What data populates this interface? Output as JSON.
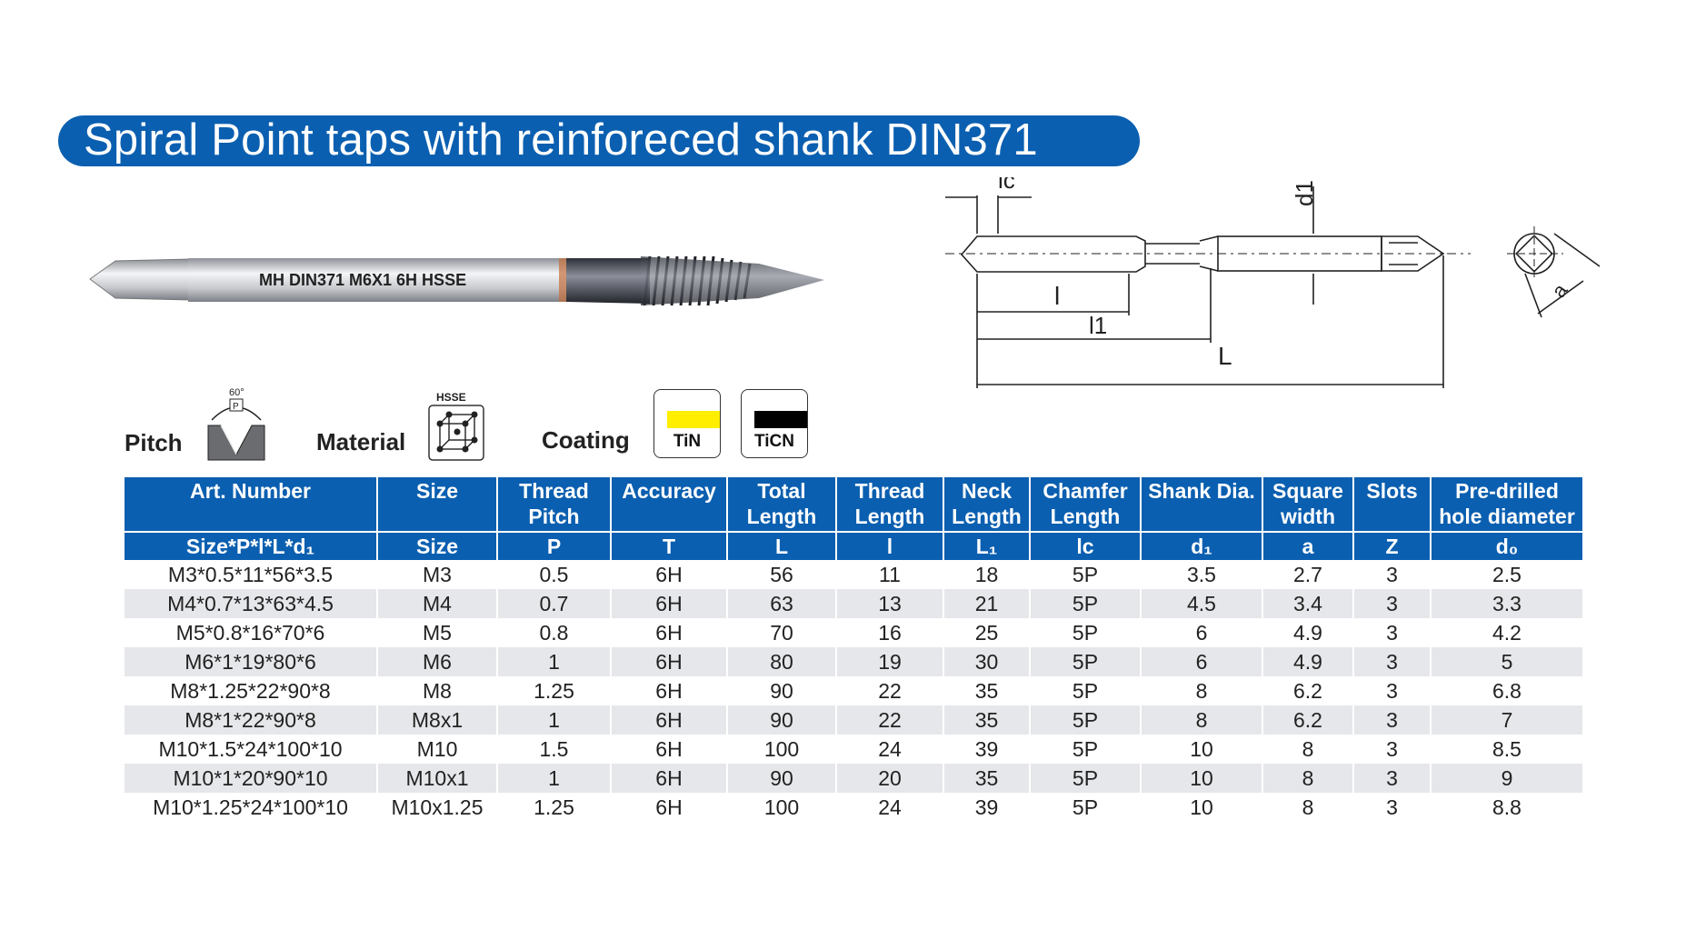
{
  "title": "Spiral Point taps with reinforeced shank DIN371",
  "tap_engraving": "MH DIN371 M6X1 6H HSSE",
  "drawing_labels": {
    "lc": "lc",
    "d1": "d1",
    "l": "l",
    "l1": "l1",
    "L": "L",
    "a": "a"
  },
  "legend": {
    "pitch_label": "Pitch",
    "pitch_angle": "60°",
    "pitch_p": "P",
    "material_label": "Material",
    "material_code": "HSSE",
    "coating_label": "Coating",
    "coatings": [
      {
        "name": "TiN",
        "color": "#ffee00"
      },
      {
        "name": "TiCN",
        "color": "#000000"
      }
    ]
  },
  "table": {
    "header_row1": [
      "Art. Number",
      "Size",
      "Thread Pitch",
      "Accuracy",
      "Total Length",
      "Thread Length",
      "Neck Length",
      "Chamfer Length",
      "Shank Dia.",
      "Square width",
      "Slots",
      "Pre-drilled hole diameter"
    ],
    "header_row2": [
      "Size*P*l*L*d₁",
      "Size",
      "P",
      "T",
      "L",
      "l",
      "L₁",
      "lc",
      "d₁",
      "a",
      "Z",
      "d₀"
    ],
    "rows": [
      [
        "M3*0.5*11*56*3.5",
        "M3",
        "0.5",
        "6H",
        "56",
        "11",
        "18",
        "5P",
        "3.5",
        "2.7",
        "3",
        "2.5"
      ],
      [
        "M4*0.7*13*63*4.5",
        "M4",
        "0.7",
        "6H",
        "63",
        "13",
        "21",
        "5P",
        "4.5",
        "3.4",
        "3",
        "3.3"
      ],
      [
        "M5*0.8*16*70*6",
        "M5",
        "0.8",
        "6H",
        "70",
        "16",
        "25",
        "5P",
        "6",
        "4.9",
        "3",
        "4.2"
      ],
      [
        "M6*1*19*80*6",
        "M6",
        "1",
        "6H",
        "80",
        "19",
        "30",
        "5P",
        "6",
        "4.9",
        "3",
        "5"
      ],
      [
        "M8*1.25*22*90*8",
        "M8",
        "1.25",
        "6H",
        "90",
        "22",
        "35",
        "5P",
        "8",
        "6.2",
        "3",
        "6.8"
      ],
      [
        "M8*1*22*90*8",
        "M8x1",
        "1",
        "6H",
        "90",
        "22",
        "35",
        "5P",
        "8",
        "6.2",
        "3",
        "7"
      ],
      [
        "M10*1.5*24*100*10",
        "M10",
        "1.5",
        "6H",
        "100",
        "24",
        "39",
        "5P",
        "10",
        "8",
        "3",
        "8.5"
      ],
      [
        "M10*1*20*90*10",
        "M10x1",
        "1",
        "6H",
        "90",
        "20",
        "35",
        "5P",
        "10",
        "8",
        "3",
        "9"
      ],
      [
        "M10*1.25*24*100*10",
        "M10x1.25",
        "1.25",
        "6H",
        "100",
        "24",
        "39",
        "5P",
        "10",
        "8",
        "3",
        "8.8"
      ]
    ]
  },
  "colors": {
    "brand_blue": "#0b5fb0",
    "row_shade": "#e6e7ea"
  }
}
